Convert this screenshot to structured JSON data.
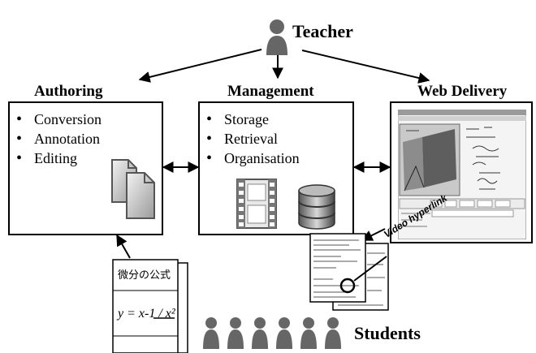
{
  "teacher": {
    "label": "Teacher",
    "icon": "person-icon"
  },
  "students": {
    "label": "Students",
    "icon": "person-icon",
    "count": 6
  },
  "boxes": [
    {
      "title": "Authoring",
      "items": [
        "Conversion",
        "Annotation",
        "Editing"
      ],
      "icon": "document-copy-icon"
    },
    {
      "title": "Management",
      "items": [
        "Storage",
        "Retrieval",
        "Organisation"
      ],
      "icons": [
        "film-strip-icon",
        "database-icon"
      ]
    },
    {
      "title": "Web Delivery",
      "screenshot": "web-browser-screenshot"
    }
  ],
  "handwritten_note": {
    "lines": [
      "微分の公式",
      "y = x-1 / x²"
    ]
  },
  "video_hyperlink": {
    "label": "Video hyperlink"
  },
  "colors": {
    "icon_gray": "#666666",
    "box_border": "#000000",
    "sky_blue": "#1b3fa0"
  }
}
